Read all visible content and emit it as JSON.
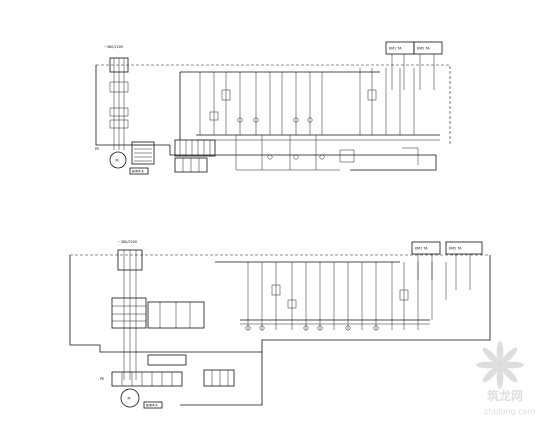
{
  "upper": {
    "supply_label": "~380/220V",
    "box_left": "KM1 TA",
    "box_right": "KM2 TA",
    "motor_label": "M",
    "plate_label": "BMM-A",
    "pe_label": "PE"
  },
  "lower": {
    "supply_label": "~380/220V",
    "box_left": "KM1 TA",
    "box_right": "KM2 TA",
    "motor_label": "M",
    "plate_label": "BMM-A",
    "pe_label": "PE"
  },
  "watermark": {
    "brand": "筑龙网",
    "url": "zhulong.com"
  }
}
